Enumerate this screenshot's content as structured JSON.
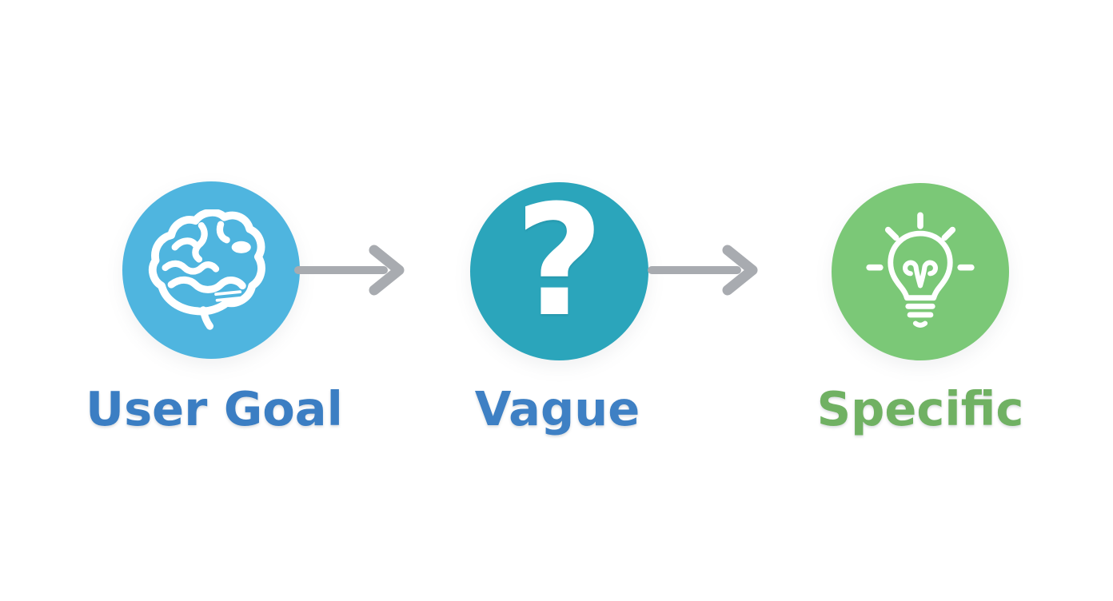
{
  "diagram": {
    "steps": [
      {
        "label": "User Goal",
        "icon": "brain-icon",
        "circle_color": "#4FB5DF",
        "label_color": "#3B7EC3"
      },
      {
        "label": "Vague",
        "icon": "question-mark-icon",
        "glyph": "?",
        "circle_color": "#2BA5BB",
        "label_color": "#3E80C4"
      },
      {
        "label": "Specific",
        "icon": "lightbulb-icon",
        "circle_color": "#7BC877",
        "label_color": "#70B163"
      }
    ],
    "arrow_color": "#A8ABB0",
    "icon_color": "#FFFFFF",
    "background_color": "#FFFFFF"
  }
}
